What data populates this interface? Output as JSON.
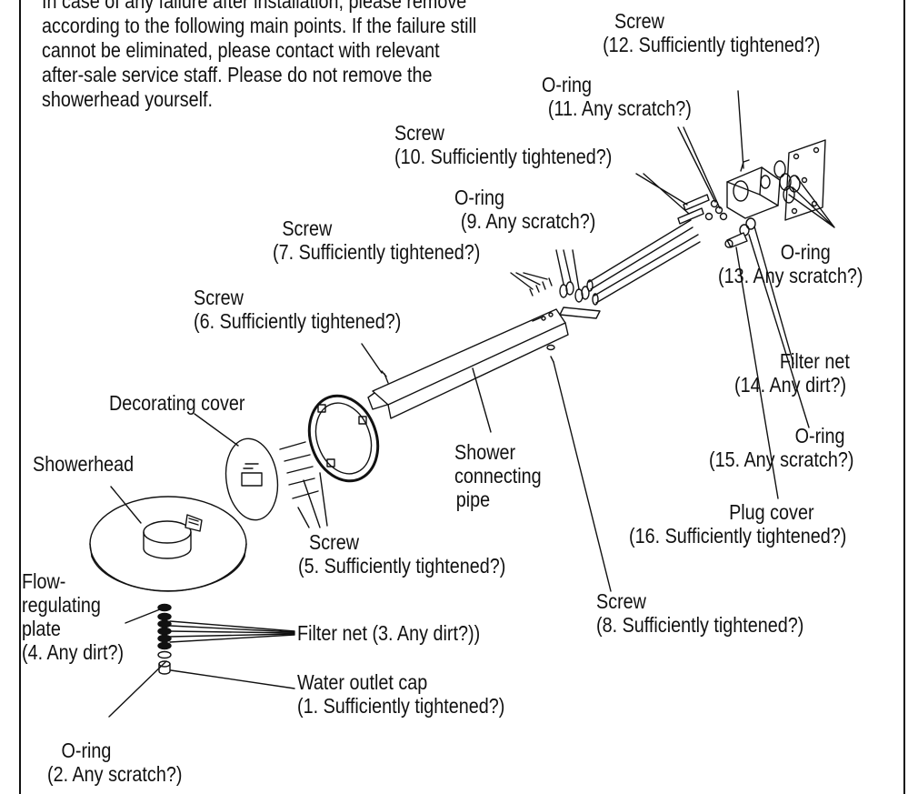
{
  "intro": [
    "In case of any failure after installation, please remove",
    "according to the following main points. If the failure still",
    "cannot be eliminated, please contact with relevant",
    "after-sale service staff. Please do not remove the",
    "showerhead yourself."
  ],
  "labels": {
    "screw12": [
      "Screw",
      "(12. Sufficiently tightened?)"
    ],
    "oring11": [
      "O-ring",
      "(11. Any scratch?)"
    ],
    "screw10": [
      "Screw",
      "(10. Sufficiently tightened?)"
    ],
    "oring9": [
      "O-ring",
      "(9. Any scratch?)"
    ],
    "screw7": [
      "Screw",
      "(7. Sufficiently tightened?)"
    ],
    "screw6": [
      "Screw",
      "(6. Sufficiently tightened?)"
    ],
    "oring13": [
      "O-ring",
      "(13. Any scratch?)"
    ],
    "filter14": [
      "Filter net",
      "(14. Any dirt?)"
    ],
    "oring15": [
      "O-ring",
      "(15. Any scratch?)"
    ],
    "plug16": [
      "Plug cover",
      "(16. Sufficiently tightened?)"
    ],
    "decorating": [
      "Decorating cover"
    ],
    "showerhead": [
      "Showerhead"
    ],
    "pipe": [
      "Shower",
      "connecting",
      "pipe"
    ],
    "screw5": [
      "Screw",
      "(5. Sufficiently tightened?)"
    ],
    "flowplate": [
      "Flow-",
      "regulating",
      "plate",
      "(4. Any dirt?)"
    ],
    "filter3": [
      "Filter net (3. Any dirt?))"
    ],
    "cap1": [
      "Water outlet cap",
      "(1. Sufficiently tightened?)"
    ],
    "oring2": [
      "O-ring",
      "(2. Any scratch?)"
    ],
    "screw8": [
      "Screw",
      "(8. Sufficiently tightened?)"
    ]
  },
  "colors": {
    "line": "#111111",
    "background": "#ffffff"
  }
}
